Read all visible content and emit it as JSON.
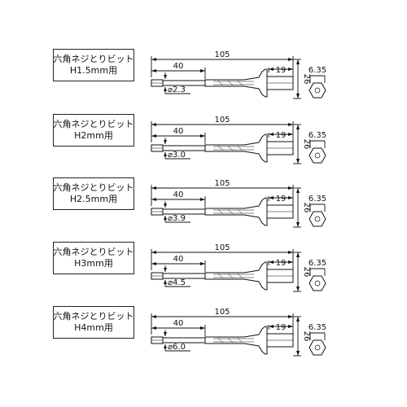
{
  "rows": [
    {
      "name_line1": "六角ネジとりビット",
      "name_line2": "H1.5mm用",
      "length": "105",
      "tip_length": "40",
      "tip_diameter": "2.3",
      "shank_length": "19",
      "shank_height": "26",
      "hex_size": "6.35"
    },
    {
      "name_line1": "六角ネジとりビット",
      "name_line2": "H2mm用",
      "length": "105",
      "tip_length": "40",
      "tip_diameter": "3.0",
      "shank_length": "19",
      "shank_height": "26",
      "hex_size": "6.35"
    },
    {
      "name_line1": "六角ネジとりビット",
      "name_line2": "H2.5mm用",
      "length": "105",
      "tip_length": "40",
      "tip_diameter": "3.9",
      "shank_length": "19",
      "shank_height": "26",
      "hex_size": "6.35"
    },
    {
      "name_line1": "六角ネジとりビット",
      "name_line2": "H3mm用",
      "length": "105",
      "tip_length": "40",
      "tip_diameter": "4.5",
      "shank_length": "19",
      "shank_height": "26",
      "hex_size": "6.35"
    },
    {
      "name_line1": "六角ネジとりビット",
      "name_line2": "H4mm用",
      "length": "105",
      "tip_length": "40",
      "tip_diameter": "6.0",
      "shank_length": "19",
      "shank_height": "26",
      "hex_size": "6.35"
    }
  ],
  "diameter_symbol": "⌀"
}
